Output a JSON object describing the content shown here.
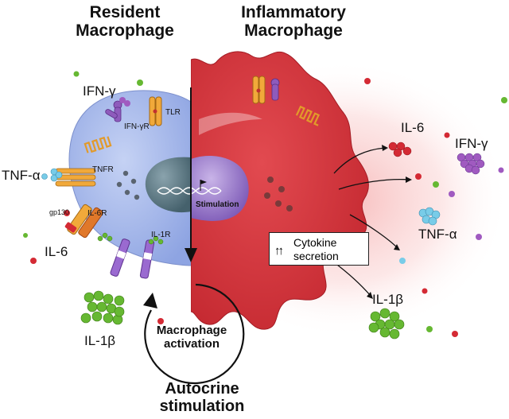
{
  "titles": {
    "resident": [
      "Resident",
      "Macrophage"
    ],
    "inflammatory": [
      "Inflammatory",
      "Macrophage"
    ]
  },
  "labels": {
    "ifn_gamma_left": "IFN-γ",
    "tlr": "TLR",
    "ifn_gamma_r": "IFN-γR",
    "tnf_alpha_left": "TNF-α",
    "tnfr": "TNFR",
    "gp130": "gp130",
    "il6r": "IL-6R",
    "il6_left": "IL-6",
    "il1r": "IL-1R",
    "il1b_left": "IL-1β",
    "stimulation": "Stimulation",
    "il6_right": "IL-6",
    "ifn_gamma_right": "IFN-γ",
    "tnf_alpha_right": "TNF-α",
    "il1b_right": "IL-1β"
  },
  "cytokine_box": {
    "arrows": "↑↑",
    "lines": [
      "Cytokine",
      "secretion"
    ]
  },
  "activation": [
    "Macrophage",
    "activation"
  ],
  "autocrine": [
    "Autocrine",
    "stimulation"
  ],
  "colors": {
    "resident_cell": "#9aaee6",
    "inflammatory_cell": "#d6343c",
    "nucleus": "#5e7f8c",
    "il6": "#d42a34",
    "ifn_gamma": "#a05ac0",
    "tnf_alpha": "#78cce8",
    "il1b": "#66b832"
  }
}
